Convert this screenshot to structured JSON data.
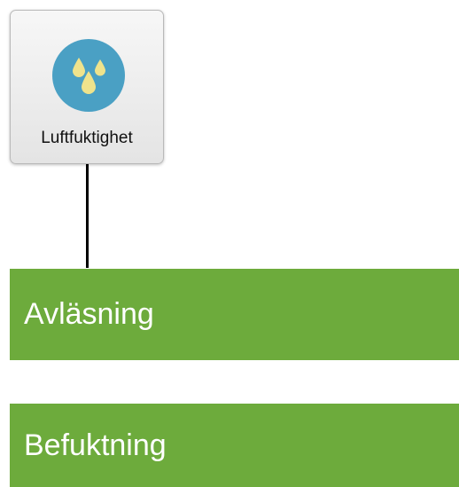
{
  "sensor": {
    "label": "Luftfuktighet",
    "icon": "water-drops-icon",
    "icon_bg_color": "#4aa0c4",
    "drop_color": "#efe38c"
  },
  "actions": [
    {
      "label": "Avläsning",
      "color": "#6dab3c"
    },
    {
      "label": "Befuktning",
      "color": "#6dab3c"
    }
  ]
}
